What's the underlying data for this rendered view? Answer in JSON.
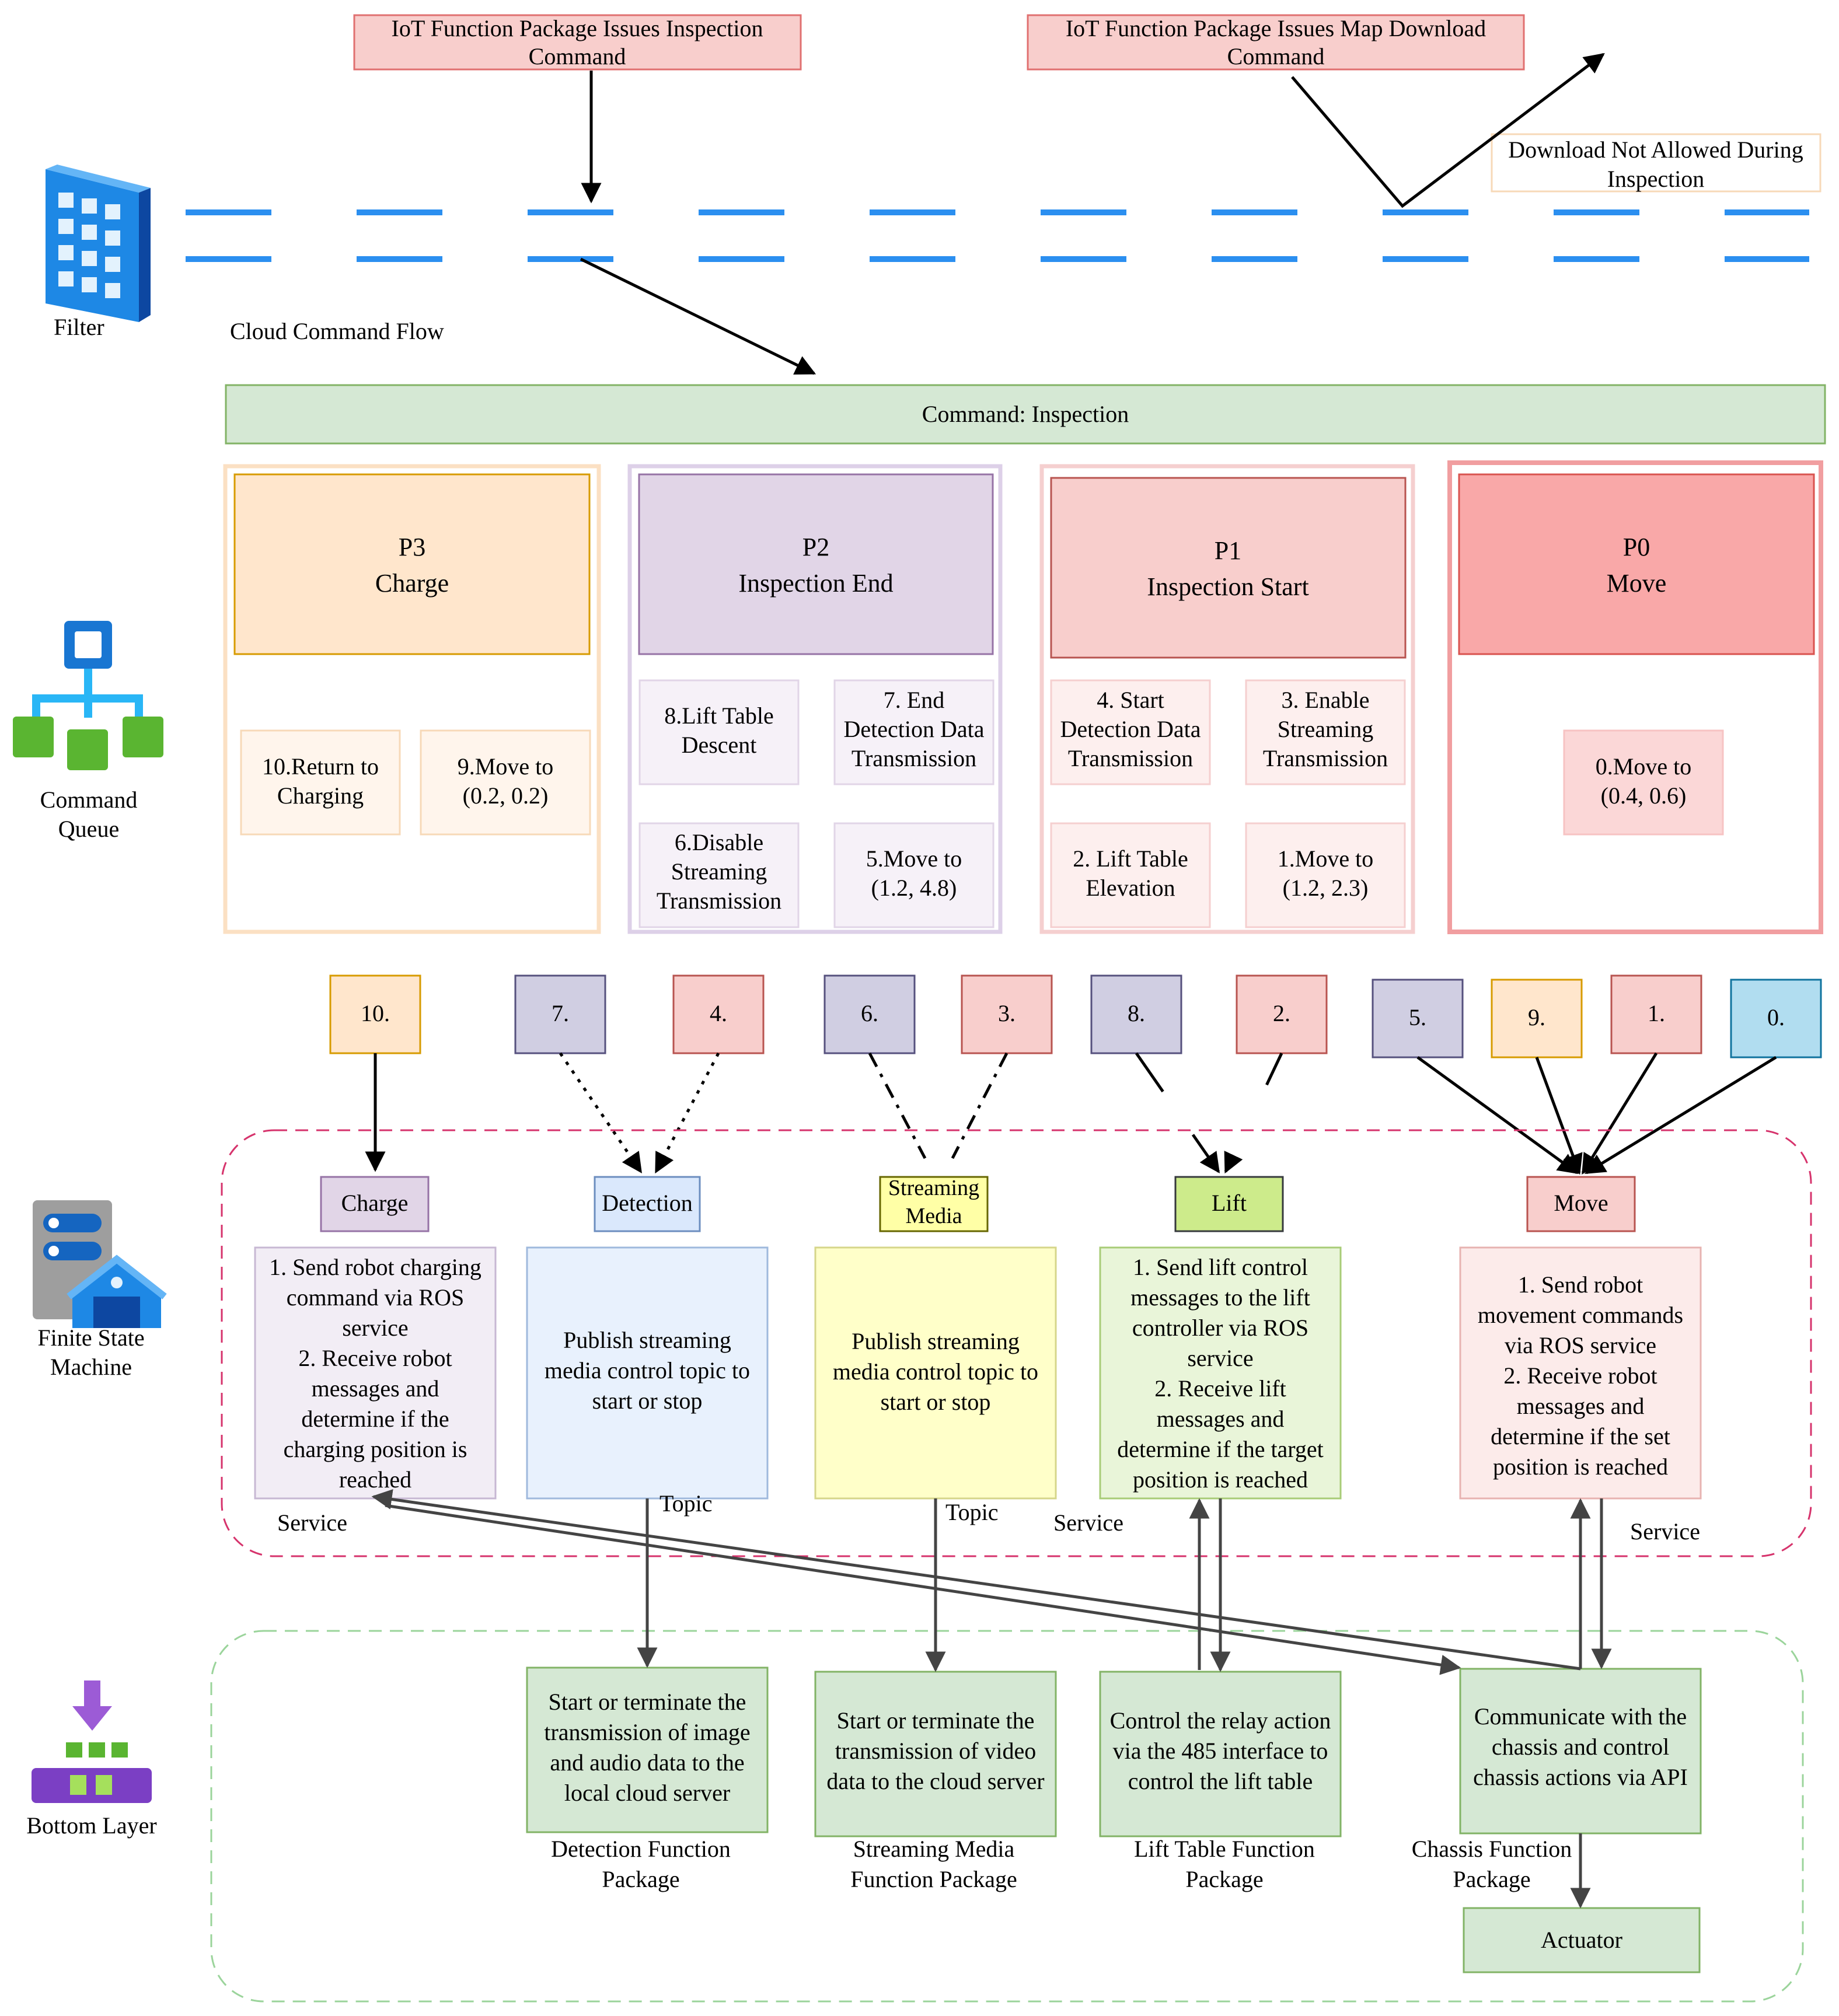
{
  "cloud": {
    "inspection_command": [
      "IoT Function Package Issues Inspection",
      "Command"
    ],
    "map_download_command": [
      "IoT Function Package Issues Map Download",
      "Command"
    ],
    "download_blocked": [
      "Download Not Allowed During",
      "Inspection"
    ],
    "flow_label": "Cloud Command Flow"
  },
  "layers": {
    "filter": "Filter",
    "command_queue": [
      "Command",
      "Queue"
    ],
    "fsm": [
      "Finite State",
      "Machine"
    ],
    "bottom": "Bottom Layer"
  },
  "command_bar": "Command: Inspection",
  "queue": {
    "p3": {
      "priority": "P3",
      "name": "Charge",
      "steps": [
        [
          "10.Return to",
          "Charging"
        ],
        [
          "9.Move to",
          "(0.2, 0.2)"
        ]
      ]
    },
    "p2": {
      "priority": "P2",
      "name": "Inspection End",
      "steps": [
        [
          "8.Lift Table",
          "Descent"
        ],
        [
          "7. End",
          "Detection Data",
          "Transmission"
        ],
        [
          "6.Disable",
          "Streaming",
          "Transmission"
        ],
        [
          "5.Move to",
          "(1.2, 4.8)"
        ]
      ]
    },
    "p1": {
      "priority": "P1",
      "name": "Inspection Start",
      "steps": [
        [
          "4. Start",
          "Detection Data",
          "Transmission"
        ],
        [
          "3. Enable",
          "Streaming",
          "Transmission"
        ],
        [
          "2. Lift Table",
          "Elevation"
        ],
        [
          "1.Move to",
          "(1.2, 2.3)"
        ]
      ]
    },
    "p0": {
      "priority": "P0",
      "name": "Move",
      "steps": [
        [
          "0.Move to",
          "(0.4, 0.6)"
        ]
      ]
    }
  },
  "tokens": [
    "10.",
    "7.",
    "4.",
    "6.",
    "3.",
    "8.",
    "2.",
    "5.",
    "9.",
    "1.",
    "0."
  ],
  "states": {
    "charge": {
      "label": "Charge",
      "desc": [
        "1. Send robot charging",
        "command via ROS",
        "service",
        "2. Receive robot",
        "messages and",
        "determine if the",
        "charging position is",
        "reached"
      ]
    },
    "detection": {
      "label": "Detection",
      "desc": [
        "Publish streaming",
        "media control topic to",
        "start or stop"
      ]
    },
    "streaming": {
      "label": [
        "Streaming",
        "Media"
      ],
      "desc": [
        "Publish streaming",
        "media control topic to",
        "start or stop"
      ]
    },
    "lift": {
      "label": "Lift",
      "desc": [
        "1. Send lift control",
        "messages to the lift",
        "controller via ROS",
        "service",
        "2. Receive lift",
        "messages and",
        "determine if the target",
        "position is reached"
      ]
    },
    "move": {
      "label": "Move",
      "desc": [
        "1. Send robot",
        "movement commands",
        "via ROS service",
        "2. Receive robot",
        "messages and",
        "determine if the set",
        "position is reached"
      ]
    }
  },
  "link_labels": {
    "service": "Service",
    "topic": "Topic"
  },
  "bottom": {
    "detection": {
      "desc": [
        "Start or terminate the",
        "transmission of image",
        "and audio data to the",
        "local cloud server"
      ],
      "pkg": [
        "Detection Function",
        "Package"
      ]
    },
    "streaming": {
      "desc": [
        "Start or terminate the",
        "transmission of video",
        "data to the cloud server"
      ],
      "pkg": [
        "Streaming Media",
        "Function Package"
      ]
    },
    "lift": {
      "desc": [
        "Control the relay action",
        "via the 485 interface to",
        "control the lift table"
      ],
      "pkg": [
        "Lift Table Function",
        "Package"
      ]
    },
    "chassis": {
      "desc": [
        "Communicate with the",
        "chassis and control",
        "chassis actions via API"
      ],
      "pkg": [
        "Chassis Function",
        "Package"
      ]
    },
    "actuator": "Actuator"
  },
  "colors": {
    "pink_header": "#f8cecc",
    "pink_border": "#e07070",
    "orange_fill": "#ffe6cc",
    "orange_border": "#f7c48f",
    "purple_fill": "#e1d5e7",
    "purple_border": "#9673a6",
    "red_fill": "#f9a8a8",
    "red_border": "#e06b6b",
    "green_fill": "#d5e8d4",
    "green_border": "#82b366",
    "blue_fill": "#dae8fc",
    "yellow_fill": "#ffffcc",
    "lime_fill": "#cdeb8b",
    "dash_blue": "#2b8ff0"
  }
}
